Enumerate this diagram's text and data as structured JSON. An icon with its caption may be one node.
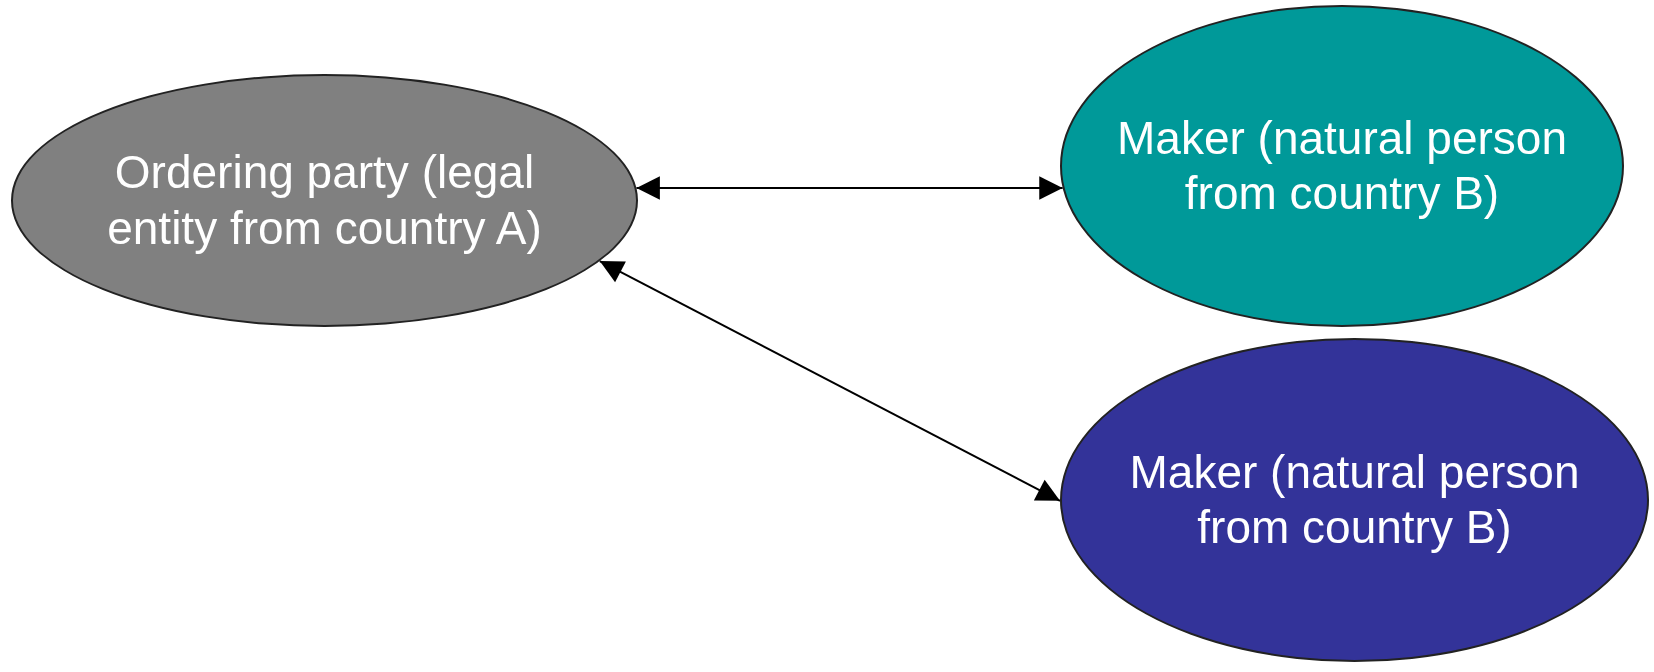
{
  "diagram": {
    "nodes": [
      {
        "text": [
          "Ordering party (legal entity from country A)"
        ]
      },
      {
        "text": [
          "Maker (natural person from country B)"
        ]
      },
      {
        "text": [
          "Maker (natural person from country B)"
        ]
      }
    ],
    "edges": [
      {
        "from": 0,
        "to": 1,
        "arrow": "both"
      },
      {
        "from": 0,
        "to": 2,
        "arrow": "both"
      }
    ]
  }
}
